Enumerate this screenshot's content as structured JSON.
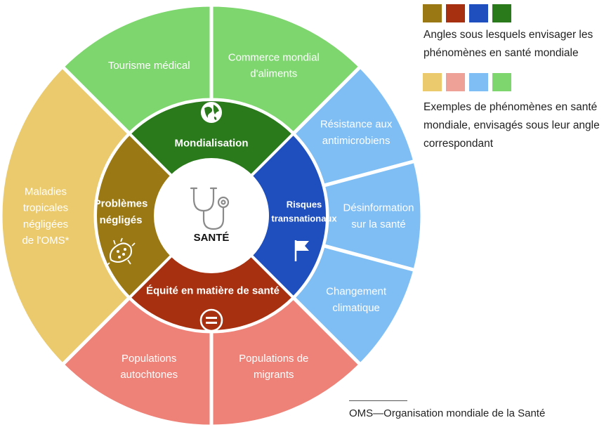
{
  "center": {
    "label": "SANTÉ",
    "icon": "stethoscope-icon"
  },
  "angles": [
    {
      "id": "mondialisation",
      "label": [
        "Mondialisation"
      ],
      "color": "#2a7a1c",
      "icon": "globe-icon"
    },
    {
      "id": "risques",
      "label": [
        "Risques",
        "transnationaux"
      ],
      "color": "#1f4fbf",
      "icon": "flag-icon"
    },
    {
      "id": "equite",
      "label": [
        "Équité en matière de santé"
      ],
      "color": "#a6300f",
      "icon": "equals-icon"
    },
    {
      "id": "problemes",
      "label": [
        "Problèmes",
        "négligés"
      ],
      "color": "#9a7813",
      "icon": "microbe-icon"
    }
  ],
  "examples": [
    {
      "id": "tourisme",
      "label": [
        "Tourisme médical"
      ],
      "color": "#7ed66f"
    },
    {
      "id": "commerce",
      "label": [
        "Commerce mondial",
        "d'aliments"
      ],
      "color": "#7ed66f"
    },
    {
      "id": "resistance",
      "label": [
        "Résistance aux",
        "antimicrobiens"
      ],
      "color": "#7fbef4"
    },
    {
      "id": "desinformation",
      "label": [
        "Désinformation",
        "sur la santé"
      ],
      "color": "#7fbef4"
    },
    {
      "id": "changement",
      "label": [
        "Changement",
        "climatique"
      ],
      "color": "#7fbef4"
    },
    {
      "id": "migrants",
      "label": [
        "Populations de",
        "migrants"
      ],
      "color": "#ef8278"
    },
    {
      "id": "autochtones",
      "label": [
        "Populations",
        "autochtones"
      ],
      "color": "#ef8278"
    },
    {
      "id": "maladies",
      "label": [
        "Maladies",
        "tropicales",
        "négligées",
        "de l'OMS*"
      ],
      "color": "#ebca6d"
    }
  ],
  "legend": {
    "dark_swatches": [
      "#9a7813",
      "#a6300f",
      "#1f4fbf",
      "#2a7a1c"
    ],
    "dark_label": "Angles sous lesquels envisager les phénomènes en santé mondiale",
    "light_swatches": [
      "#ebca6d",
      "#eea196",
      "#7fbef4",
      "#7ed66f"
    ],
    "light_label": "Exemples de phénomènes en santé mondiale, envisagés sous leur angle correspondant"
  },
  "footnote": "OMS—Organisation mondiale de la Santé"
}
